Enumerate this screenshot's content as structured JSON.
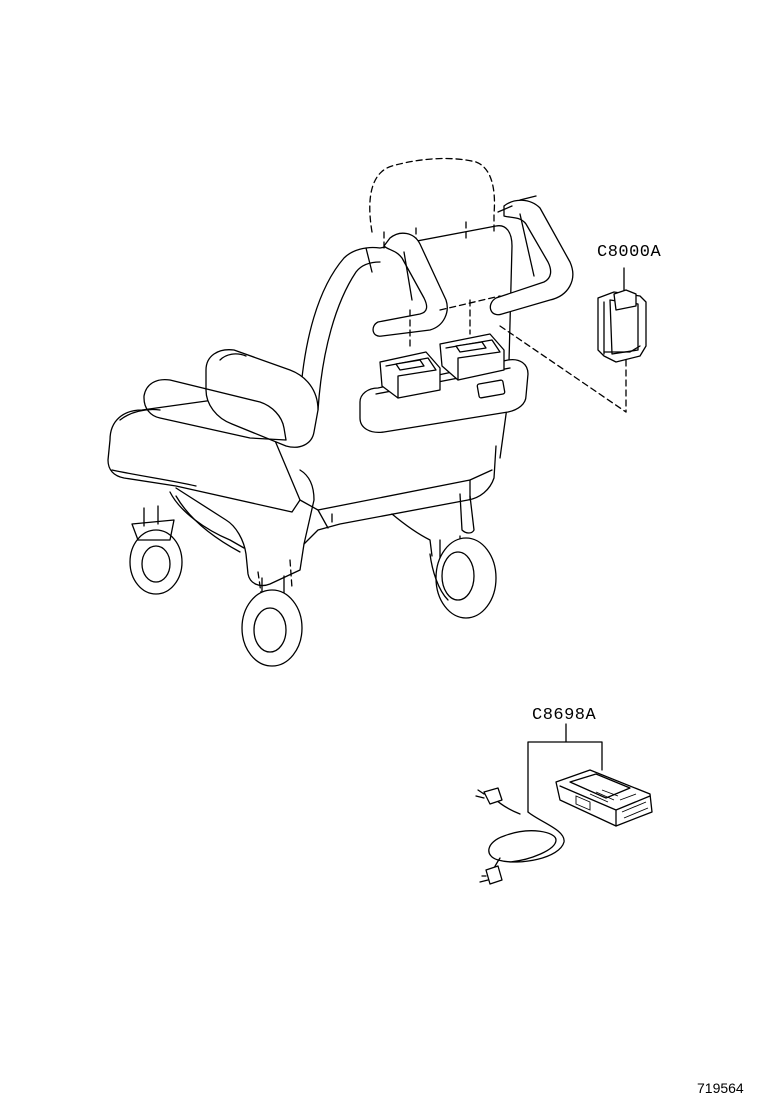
{
  "parts": [
    {
      "id": "c8000a",
      "label": "C8000A"
    },
    {
      "id": "c8698a",
      "label": "C8698A"
    }
  ],
  "figure_number": "719564"
}
